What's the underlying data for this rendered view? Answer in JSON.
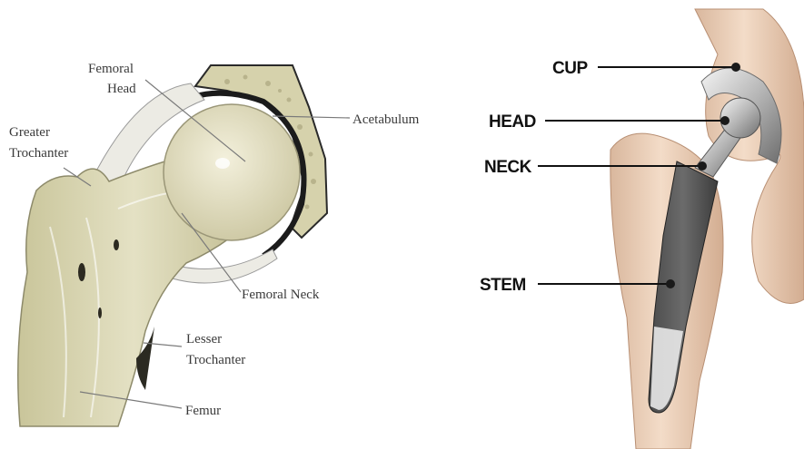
{
  "anatomy_labels": {
    "femoral_head": [
      "Femoral",
      "Head"
    ],
    "acetabulum": "Acetabulum",
    "greater_trochanter": [
      "Greater",
      "Trochanter"
    ],
    "femoral_neck": "Femoral Neck",
    "lesser_trochanter": [
      "Lesser",
      "Trochanter"
    ],
    "femur": "Femur"
  },
  "implant_labels": {
    "cup": "CUP",
    "head": "HEAD",
    "neck": "NECK",
    "stem": "STEM"
  }
}
